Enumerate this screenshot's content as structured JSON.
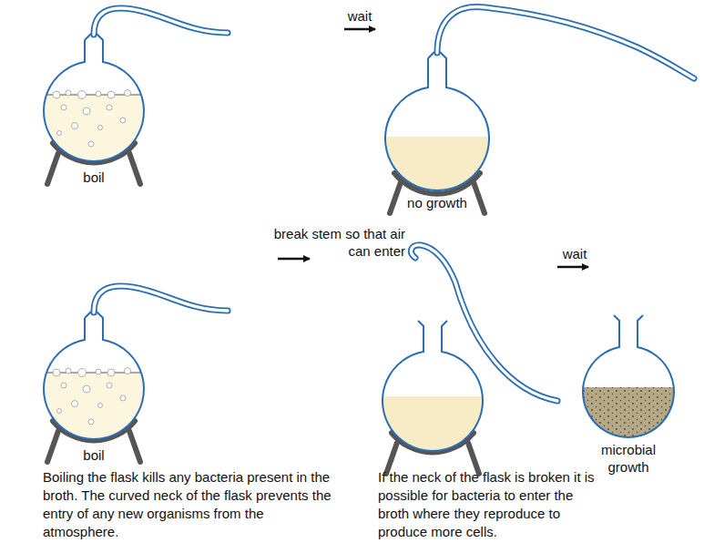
{
  "diagram": {
    "labels": [
      "wait",
      "boil",
      "no growth",
      "break stem so that air can enter",
      "wait",
      "boil",
      "microbial growth",
      "Boiling the flask kills any bacteria present in the broth. The curved neck of the flask prevents the entry of any new organisms from the atmosphere.",
      "If the neck of the flask is broken it is possible for bacteria to enter the broth where they reproduce to produce more cells."
    ]
  }
}
